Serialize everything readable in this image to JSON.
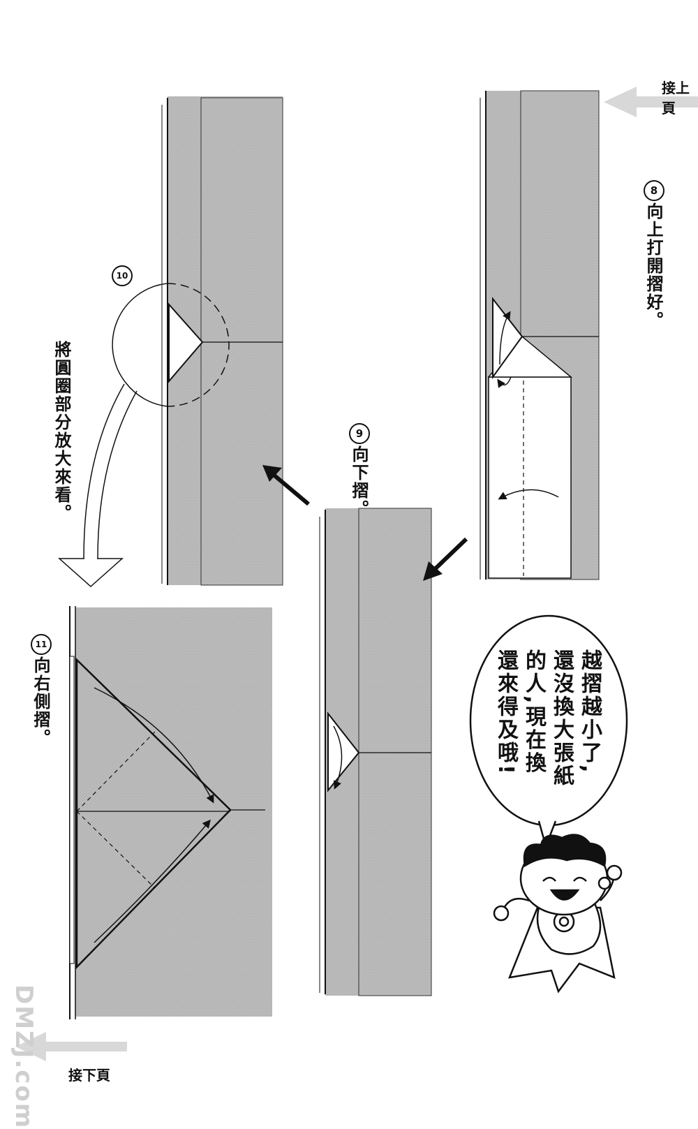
{
  "nav": {
    "prev_page": "接上頁",
    "next_page": "接下頁"
  },
  "steps": [
    {
      "number": "8",
      "text": "向上打開摺好。"
    },
    {
      "number": "9",
      "text": "向下摺。"
    },
    {
      "number": "10",
      "text": "將圓圈部分放大來看。"
    },
    {
      "number": "11",
      "text": "向右側摺。"
    }
  ],
  "speech_bubble": {
    "lines": [
      "越摺越小了,",
      "還沒換大張紙",
      "的人,現在換",
      "還來得及哦!"
    ]
  },
  "watermark": "DMZJ.com",
  "colors": {
    "paper_gray": "#b9b9b9",
    "paper_white": "#ffffff",
    "ink": "#111111"
  }
}
